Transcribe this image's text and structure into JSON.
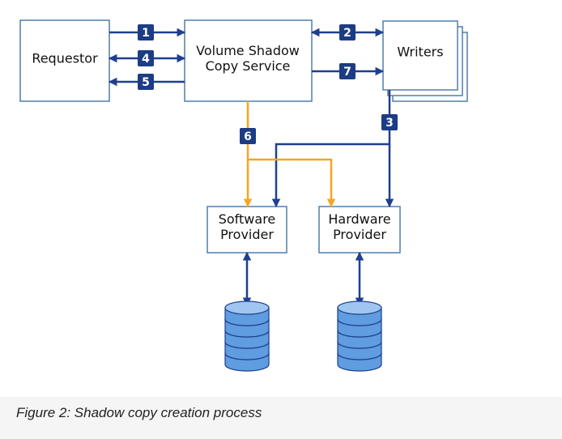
{
  "diagram": {
    "nodes": {
      "requestor": [
        "Requestor"
      ],
      "vss": [
        "Volume Shadow",
        "Copy Service"
      ],
      "writers": [
        "Writers"
      ],
      "software": [
        "Software",
        "Provider"
      ],
      "hardware": [
        "Hardware",
        "Provider"
      ]
    },
    "steps": [
      "1",
      "2",
      "3",
      "4",
      "5",
      "6",
      "7"
    ],
    "colors": {
      "box_border": "#4f7fae",
      "arrow_blue": "#1f3f8f",
      "arrow_orange": "#f5a623",
      "badge_fill": "#1c3c85",
      "badge_text": "#ffffff",
      "disk_fill": "#5f9ce0",
      "disk_stroke": "#1f3f8f"
    }
  },
  "caption": "Figure 2: Shadow copy creation process"
}
